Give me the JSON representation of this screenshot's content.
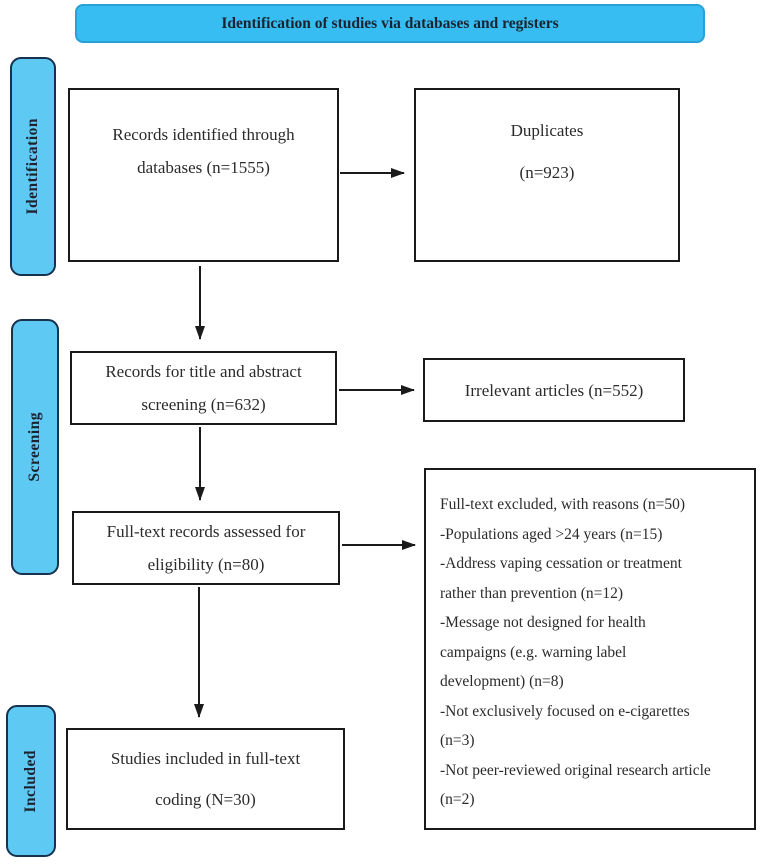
{
  "banner": {
    "title": "Identification of studies via databases and registers"
  },
  "stages": {
    "identification": "Identification",
    "screening": "Screening",
    "included": "Included"
  },
  "boxes": {
    "records_identified": {
      "lines": [
        "Records identified through",
        "databases (n=1555)"
      ]
    },
    "duplicates": {
      "lines": [
        "Duplicates",
        "(n=923)"
      ]
    },
    "title_abstract": {
      "lines": [
        "Records for title and abstract",
        "screening (n=632)"
      ]
    },
    "irrelevant": {
      "lines": [
        "Irrelevant articles (n=552)"
      ]
    },
    "fulltext_assessed": {
      "lines": [
        "Full-text records assessed for",
        "eligibility (n=80)"
      ]
    },
    "fulltext_excluded": {
      "lines": [
        "Full-text excluded, with reasons (n=50)",
        "-Populations aged >24 years (n=15)",
        "-Address vaping cessation or treatment",
        "rather than prevention (n=12)",
        "-Message not designed for health",
        "campaigns (e.g. warning label",
        "development) (n=8)",
        "-Not exclusively focused on e-cigarettes",
        "(n=3)",
        "-Not peer-reviewed original research article",
        "(n=2)"
      ]
    },
    "included_box": {
      "lines": [
        "Studies included in full-text",
        "coding (N=30)"
      ]
    }
  },
  "colors": {
    "banner_fill": "#38bdf2",
    "banner_border": "#28a0d8",
    "stage_fill": "#5ec9f3",
    "stage_border": "#16324f",
    "box_border": "#1a1a1a",
    "arrow": "#1a1a1a"
  }
}
